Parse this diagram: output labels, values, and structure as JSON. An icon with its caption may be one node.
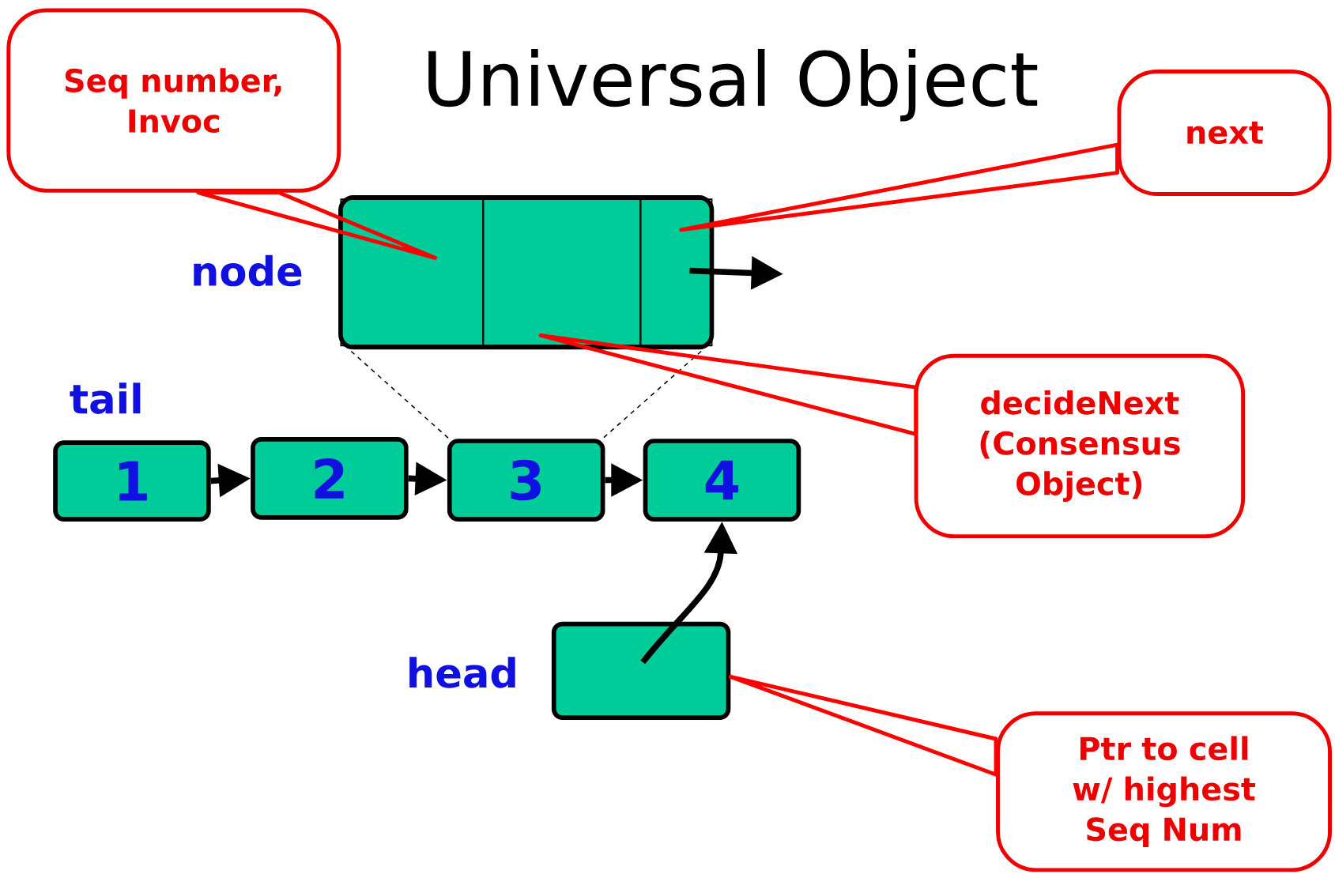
{
  "diagram": {
    "title": "Universal Object",
    "nodes": [
      {
        "text": [],
        "shape": "box",
        "beside": [
          "node"
        ]
      },
      {
        "text": [],
        "shape": "box",
        "in": 0
      },
      {
        "text": [],
        "shape": "box",
        "in": 0
      },
      {
        "text": [],
        "shape": "box",
        "in": 0
      },
      {
        "text": [
          "1"
        ],
        "beside": [
          "tail"
        ]
      },
      {
        "text": [
          "2"
        ]
      },
      {
        "text": [
          "3"
        ]
      },
      {
        "text": [
          "4"
        ]
      },
      {
        "text": [],
        "shape": "box",
        "beside": [
          "head"
        ]
      },
      {
        "text": [
          "Seq number, Invoc"
        ]
      },
      {
        "text": [
          "next"
        ]
      },
      {
        "text": [
          "decideNext (Consensus Object)"
        ]
      },
      {
        "text": [
          "Ptr to cell w/ highest Seq Num"
        ]
      }
    ],
    "edges": [
      {
        "from": 4,
        "to": 5,
        "arrow": "to"
      },
      {
        "from": 5,
        "to": 6,
        "arrow": "to"
      },
      {
        "from": 6,
        "to": 7,
        "arrow": "to"
      },
      {
        "from": 8,
        "to": 7,
        "arrow": "to"
      },
      {
        "from": 3,
        "to": null,
        "arrow": "to"
      },
      {
        "from": 0,
        "to": 6,
        "arrow": "none",
        "style": "dashed"
      },
      {
        "from": 0,
        "to": 6,
        "arrow": "none",
        "style": "dashed"
      },
      {
        "from": 9,
        "to": 1,
        "arrow": "none",
        "color": "#ff0000"
      },
      {
        "from": 10,
        "to": 3,
        "arrow": "none",
        "color": "#ff0000"
      },
      {
        "from": 11,
        "to": 2,
        "arrow": "none",
        "color": "#ff0000"
      },
      {
        "from": 12,
        "to": 8,
        "arrow": "none",
        "color": "#ff0000"
      }
    ]
  }
}
